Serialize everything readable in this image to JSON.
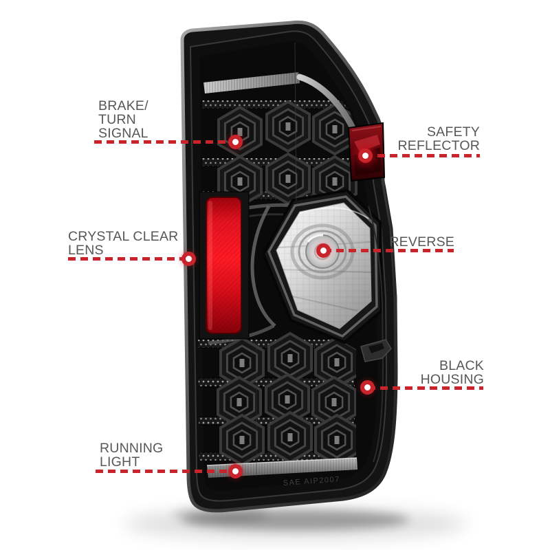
{
  "page": {
    "background": "#ffffff"
  },
  "style": {
    "accent_red": "#c9232c",
    "label_color": "#565759",
    "reflector_red": "#e51320",
    "housing_black": "#141414"
  },
  "callouts": {
    "brake_turn_signal": {
      "text": "BRAKE/\nTURN\nSIGNAL"
    },
    "safety_reflector": {
      "text": "SAFETY\nREFLECTOR"
    },
    "crystal_clear_lens": {
      "text": "CRYSTAL CLEAR\nLENS"
    },
    "reverse": {
      "text": "REVERSE"
    },
    "black_housing": {
      "text": "BLACK\nHOUSING"
    },
    "running_light": {
      "text": "RUNNING\nLIGHT"
    }
  },
  "product": {
    "marking": "SAE AIP2007"
  }
}
